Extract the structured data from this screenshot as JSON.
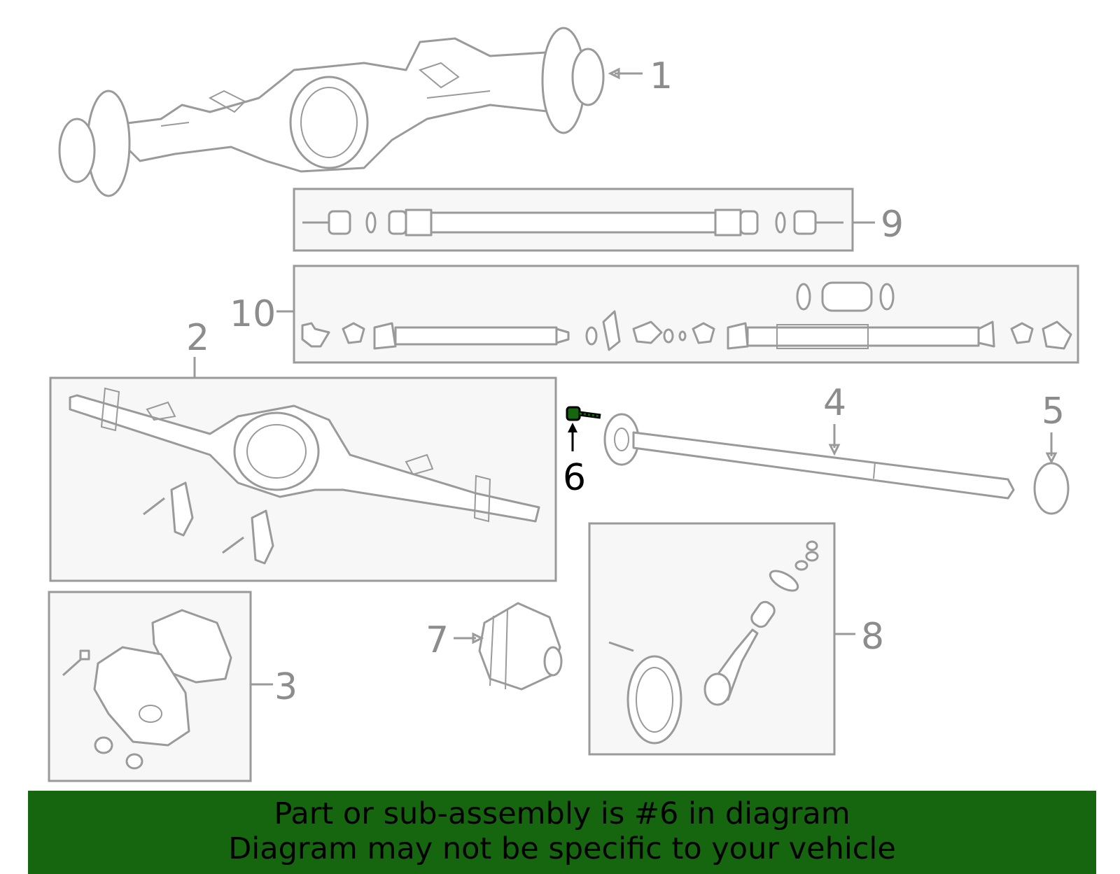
{
  "diagram": {
    "callouts": {
      "c1": "1",
      "c2": "2",
      "c3": "3",
      "c4": "4",
      "c5": "5",
      "c6": "6",
      "c7": "7",
      "c8": "8",
      "c9": "9",
      "c10": "10"
    },
    "highlighted_part": "6",
    "colors": {
      "line": "#9a9a9a",
      "highlight": "#15660f",
      "banner": "#15660f",
      "box_fill": "#f7f7f7"
    }
  },
  "banner": {
    "line1": "Part or sub-assembly is #6 in diagram",
    "line2": "Diagram may not be specific to your vehicle"
  }
}
